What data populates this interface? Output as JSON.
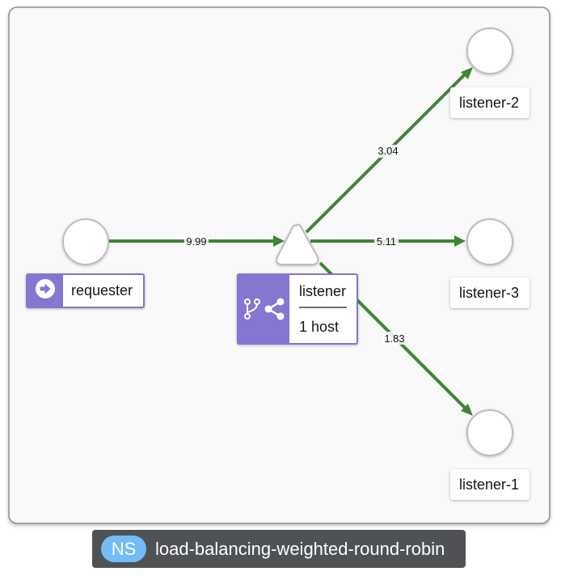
{
  "namespace": {
    "badge": "NS",
    "name": "load-balancing-weighted-round-robin"
  },
  "colors": {
    "edge": "#3e8635",
    "node_border": "#bdbdbd",
    "badge_purple": "#8476d1",
    "group_border": "#8a8d90",
    "namespace_badge": "#73bcf7",
    "namespace_bar": "#4f5255"
  },
  "nodes": {
    "requester": {
      "label": "requester",
      "icon": "arrow-circle-right-icon"
    },
    "listener_service": {
      "label": "listener",
      "detail": "1 host",
      "icon": "code-branch-share-icon"
    },
    "listener_2": {
      "label": "listener-2"
    },
    "listener_3": {
      "label": "listener-3"
    },
    "listener_1": {
      "label": "listener-1"
    }
  },
  "edges": [
    {
      "from": "requester",
      "to": "listener_service",
      "label": "9.99"
    },
    {
      "from": "listener_service",
      "to": "listener_2",
      "label": "3.04"
    },
    {
      "from": "listener_service",
      "to": "listener_3",
      "label": "5.11"
    },
    {
      "from": "listener_service",
      "to": "listener_1",
      "label": "1.83"
    }
  ]
}
